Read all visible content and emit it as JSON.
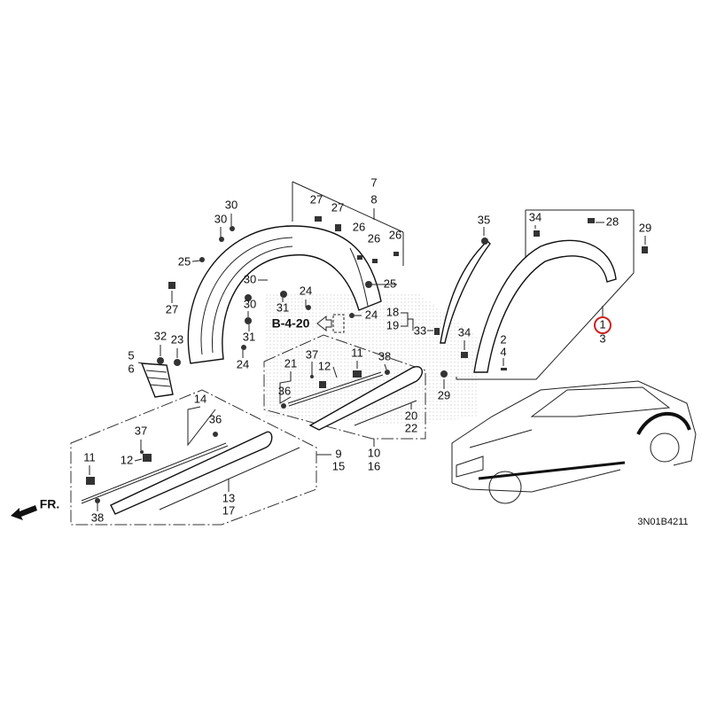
{
  "diagram": {
    "code": "3N01B4211",
    "front_arrow": "FR.",
    "reference": "B-4-20",
    "highlight_color": "#cc2222",
    "callouts": [
      "7",
      "8",
      "27",
      "27",
      "26",
      "26",
      "26",
      "30",
      "30",
      "25",
      "27",
      "30",
      "24",
      "25",
      "31",
      "24",
      "30",
      "31",
      "24",
      "18",
      "19",
      "33",
      "32",
      "23",
      "5",
      "6",
      "21",
      "37",
      "12",
      "11",
      "38",
      "36",
      "20",
      "22",
      "10",
      "16",
      "14",
      "36",
      "37",
      "12",
      "11",
      "38",
      "9",
      "15",
      "13",
      "17",
      "35",
      "34",
      "28",
      "29",
      "34",
      "2",
      "4",
      "29",
      "1",
      "3"
    ]
  }
}
